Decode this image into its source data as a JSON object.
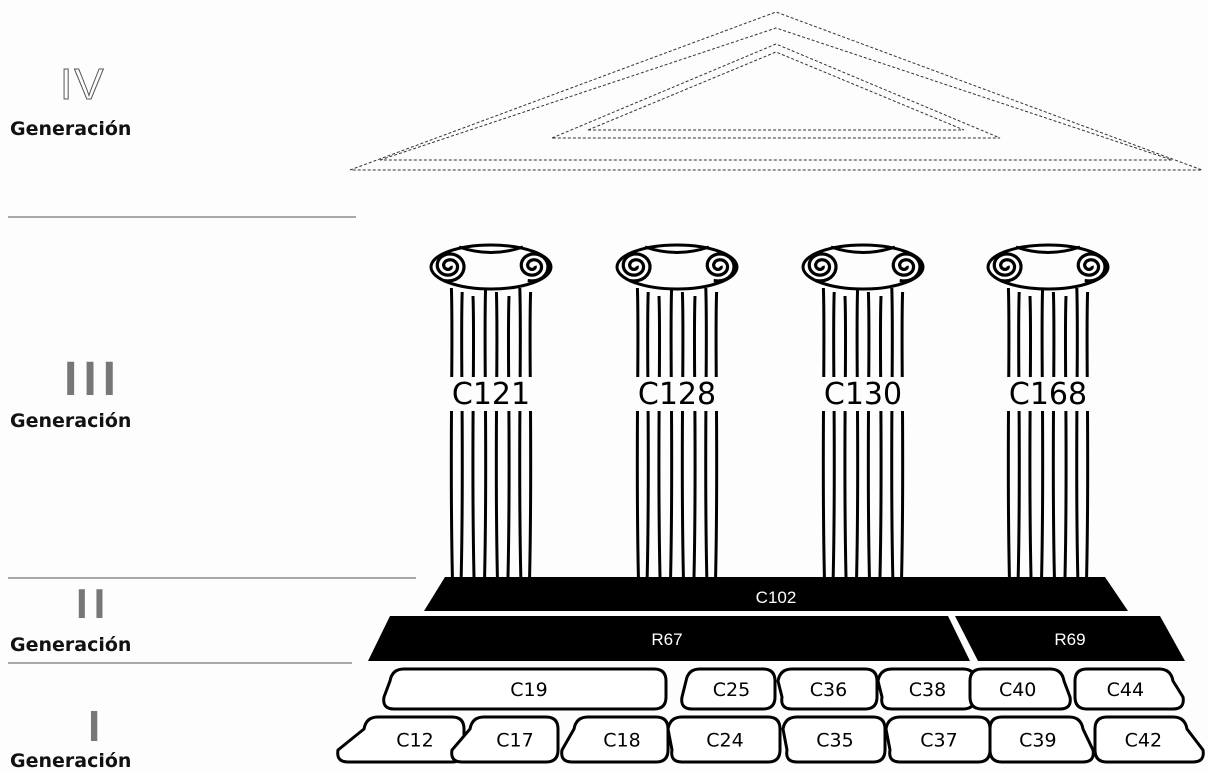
{
  "generations": [
    {
      "numeral": "IV",
      "label": "Generación"
    },
    {
      "numeral": "III",
      "label": "Generación"
    },
    {
      "numeral": "II",
      "label": "Generación"
    },
    {
      "numeral": "I",
      "label": "Generación"
    }
  ],
  "columns": [
    "C121",
    "C128",
    "C130",
    "C168"
  ],
  "beams": {
    "top": "C102",
    "left": "R67",
    "right": "R69"
  },
  "stones_row1": [
    "C19",
    "C25",
    "C36",
    "C38",
    "C40",
    "C44"
  ],
  "stones_row2": [
    "C12",
    "C17",
    "C18",
    "C24",
    "C35",
    "C37",
    "C39",
    "C42"
  ],
  "colors": {
    "ink": "#000000",
    "numeral": "#777777",
    "roof_dash": "#333333"
  }
}
